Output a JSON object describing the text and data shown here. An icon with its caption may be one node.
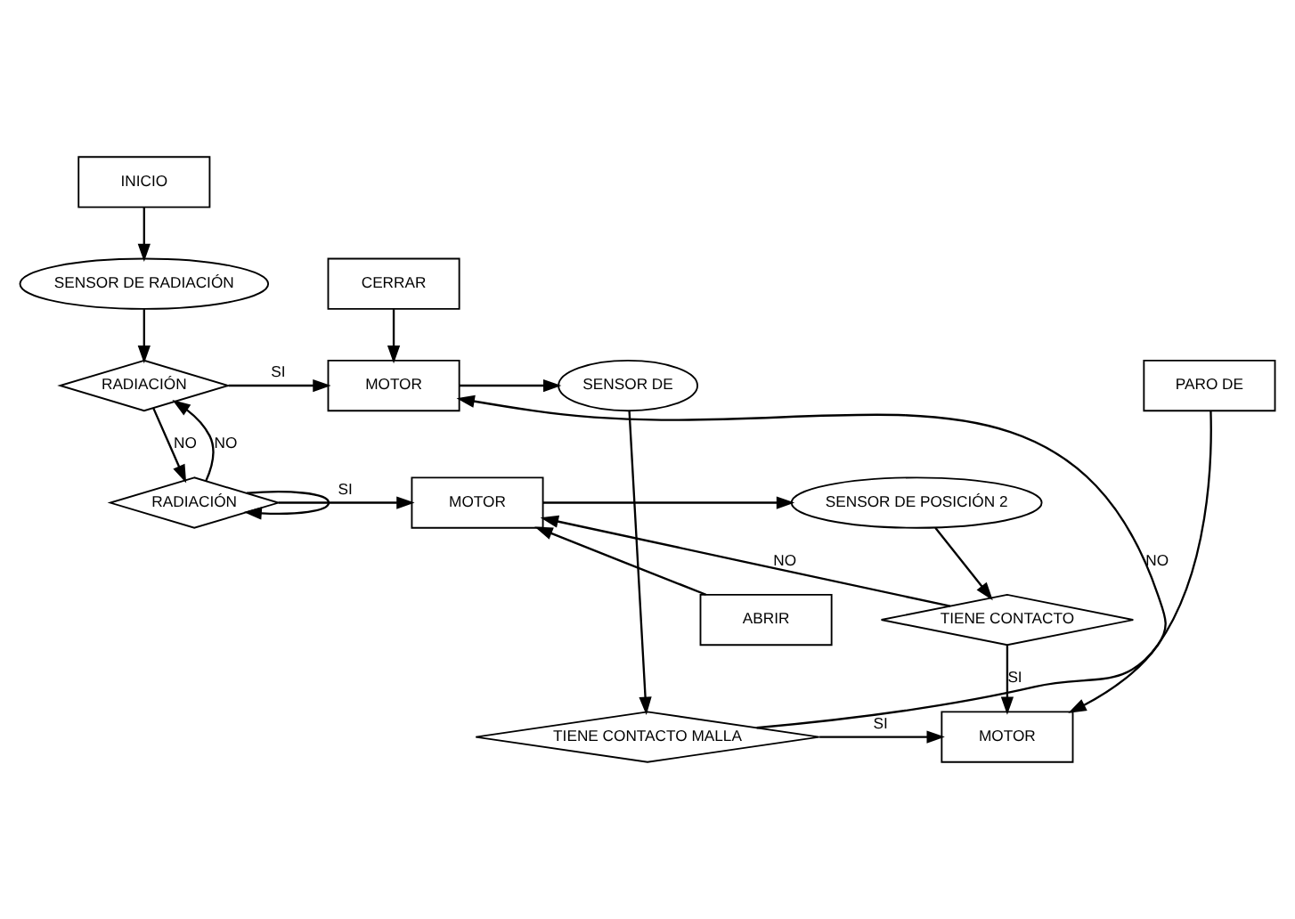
{
  "diagram": {
    "nodes": [
      {
        "text": [
          "INICIO"
        ]
      },
      {
        "text": [
          "SENSOR DE RADIACIÓN"
        ]
      },
      {
        "text": [
          "CERRAR"
        ]
      },
      {
        "text": [
          "SENSOR DE"
        ]
      },
      {
        "text": [
          "PARO DE"
        ]
      },
      {
        "text": [
          "RADIACIÓN"
        ]
      },
      {
        "text": [
          "MOTOR"
        ]
      },
      {
        "text": [
          "TIENE CONTACTO MALLA"
        ]
      },
      {
        "text": [
          "MOTOR"
        ]
      },
      {
        "text": [
          "SENSOR DE POSICIÓN 2"
        ]
      },
      {
        "text": [
          "RADIACIÓN"
        ]
      },
      {
        "text": [
          "MOTOR"
        ]
      },
      {
        "text": [
          "TIENE CONTACTO"
        ]
      },
      {
        "text": [
          "ABRIR"
        ]
      }
    ],
    "edges": [
      {
        "from": 0,
        "to": 1,
        "arrow": "to"
      },
      {
        "from": 1,
        "to": 5,
        "arrow": "to"
      },
      {
        "from": 2,
        "to": 6,
        "arrow": "to"
      },
      {
        "from": 5,
        "to": 6,
        "arrow": "to",
        "label": "SI"
      },
      {
        "from": 5,
        "to": 10,
        "arrow": "to",
        "label": "NO"
      },
      {
        "from": 6,
        "to": 3,
        "arrow": "to"
      },
      {
        "from": 3,
        "to": 7,
        "arrow": "to"
      },
      {
        "from": 7,
        "to": 6,
        "arrow": "to",
        "label": "NO"
      },
      {
        "from": 7,
        "to": 8,
        "arrow": "to",
        "label": "SI"
      },
      {
        "from": 4,
        "to": 8,
        "arrow": "to"
      },
      {
        "from": 10,
        "to": 11,
        "arrow": "to",
        "label": "SI"
      },
      {
        "from": 10,
        "to": 5,
        "arrow": "to",
        "label": "NO"
      },
      {
        "from": 10,
        "to": 10,
        "arrow": "to"
      },
      {
        "from": 11,
        "to": 9,
        "arrow": "to"
      },
      {
        "from": 9,
        "to": 12,
        "arrow": "to"
      },
      {
        "from": 12,
        "to": 11,
        "arrow": "to",
        "label": "NO"
      },
      {
        "from": 12,
        "to": 8,
        "arrow": "to",
        "label": "SI"
      },
      {
        "from": 13,
        "to": 11,
        "arrow": "to"
      }
    ]
  }
}
